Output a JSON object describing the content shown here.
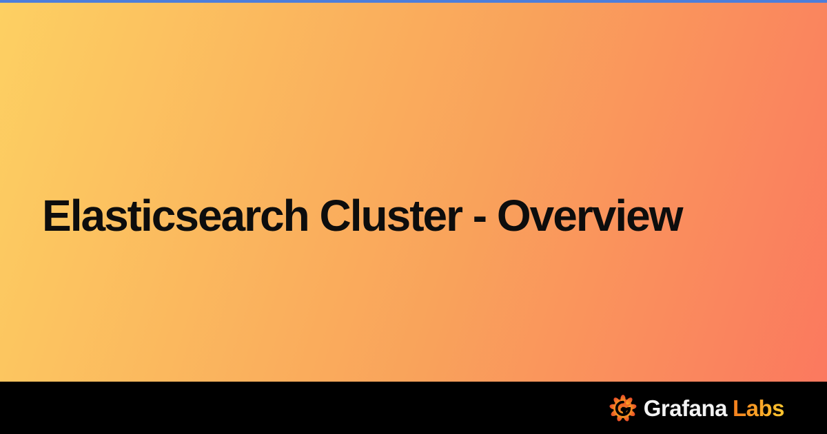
{
  "title": {
    "text": "Elasticsearch Cluster - Overview"
  },
  "brand": {
    "name": "Grafana",
    "suffix": "Labs",
    "icon": "grafana-flame-icon"
  },
  "colors": {
    "accent_bar": "#4d7edb",
    "bg_gradient_start": "#fdd062",
    "bg_gradient_mid": "#f9a35b",
    "bg_gradient_end": "#fb775f",
    "footer_bg": "#000000",
    "title_text": "#0d0d0d",
    "brand_name": "#f3f3f3",
    "brand_suffix_start": "#f5831f",
    "brand_suffix_end": "#fdc22e",
    "flame_top": "#e8472a",
    "flame_bottom": "#fbad1f",
    "spiral": "#000000"
  }
}
